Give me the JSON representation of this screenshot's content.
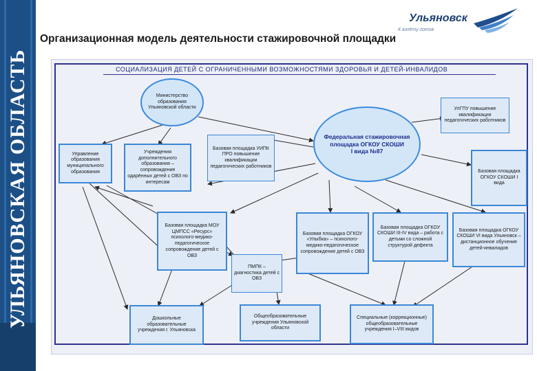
{
  "sidebar": {
    "region_name": "УЛЬЯНОВСКАЯ ОБЛАСТЬ"
  },
  "logo": {
    "name": "Ульяновск",
    "slogan": "К взлёту готов"
  },
  "title": "Организационная модель деятельности стажировочной площадки",
  "diagram": {
    "banner": "СОЦИАЛИЗАЦИЯ ДЕТЕЙ С ОГРАНИЧЕННЫМИ ВОЗМОЖНОСТЯМИ ЗДОРОВЬЯ И ДЕТЕЙ-ИНВАЛИДОВ",
    "nodes": {
      "ministry": "Министерство образования Ульяновской области",
      "hub_title": "Федеральная стажировочная площадка ОГКОУ СКОШИ",
      "hub_sub": "I вида №87",
      "ulgpu": "УлГПУ повышение квалификации педагогических работников",
      "municipal": "Управление образования муниципального образования",
      "additional_ed": "Учреждения дополнительного образования – сопровождение одарённых детей с ОВЗ по интересам",
      "uipkpro": "Базовая площадка УИПК ПРО повышение квалификации педагогических работников",
      "base_ogkou_1": "Базовая площадка ОГКОУ СКОШИ I вида",
      "base_pmps": "Базовая площадка МОУ ЦМПСС «Ресурс» психолого-медико-педагогическое сопровождение детей с ОВЗ",
      "pmpk": "ПМПК – диагностика детей с ОВЗ",
      "base_medical": "Базовая площадка ОГКОУ «Улыбка» – психолого-медико-педагогическое сопровождение детей с ОВЗ",
      "base_complex": "Базовая площадка ОГКОУ СКОШИ III-IV вида – работа с детьми со сложной структурой дефекта",
      "base_distance": "Базовая площадка ОГКОУ СКОШИ VI вида Ульяновск – дистанционное обучение детей-инвалидов",
      "preschool": "Дошкольные образовательные учреждения г. Ульяновска",
      "general_schools": "Общеобразовательные учреждения Ульяновской области",
      "special_schools": "Специальные (коррекционные) общеобразовательные учреждения I–VIII видов"
    }
  }
}
